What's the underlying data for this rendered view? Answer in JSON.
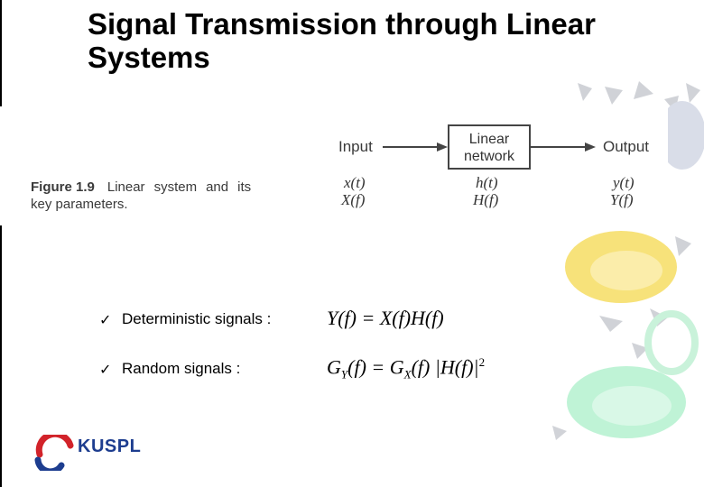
{
  "slide": {
    "title": "Signal Transmission through Linear Systems"
  },
  "figure": {
    "number": "Figure 1.9",
    "caption_words": [
      "Linear",
      "system",
      "and",
      "its"
    ],
    "caption_line2": "key parameters.",
    "input_label": "Input",
    "output_label": "Output",
    "network_label_1": "Linear",
    "network_label_2": "network",
    "input_time": "x(t)",
    "input_freq": "X(f)",
    "network_time": "h(t)",
    "network_freq": "H(f)",
    "output_time": "y(t)",
    "output_freq": "Y(f)"
  },
  "bullets": [
    {
      "label": "Deterministic signals :",
      "equation": "Y(f) = X(f)H(f)"
    },
    {
      "label": "Random signals :",
      "equation": "G_Y(f) = G_X(f) |H(f)|^2"
    }
  ],
  "logo": {
    "name": "KUSPL"
  },
  "colors": {
    "logo_blue": "#1d3d8f",
    "logo_red": "#d2232a",
    "decor_yellow": "#f7e27a",
    "decor_mint": "#bff3d6",
    "decor_gray": "#c9ccd3"
  }
}
